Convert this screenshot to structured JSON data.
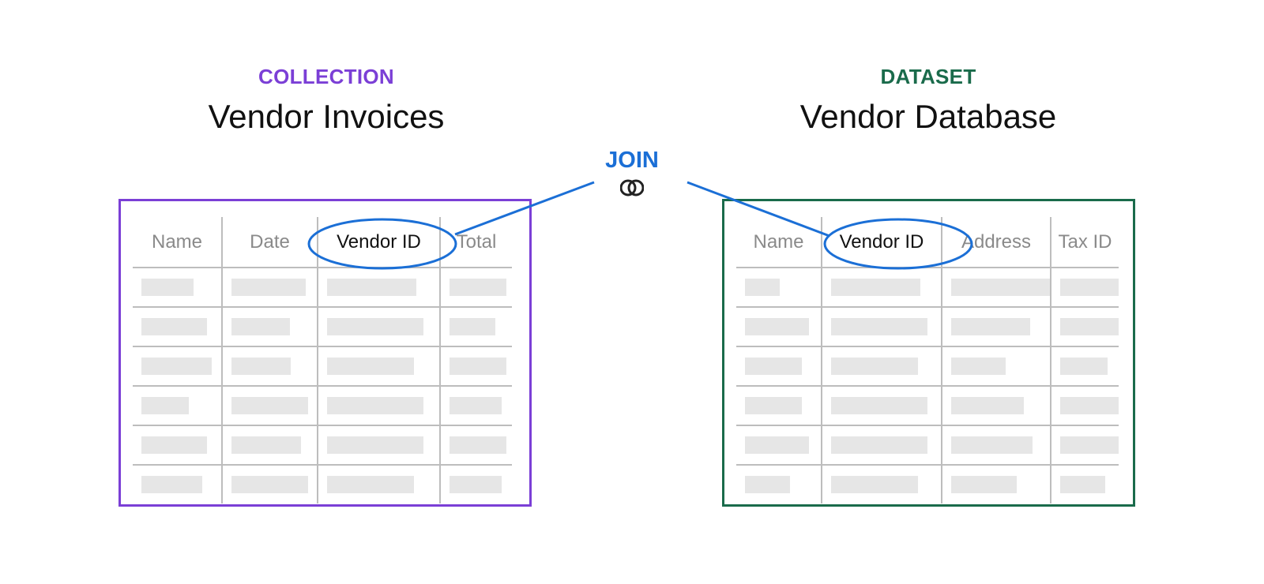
{
  "left": {
    "kind": "COLLECTION",
    "title": "Vendor Invoices",
    "color": "#7b3fd6",
    "columns": [
      "Name",
      "Date",
      "Vendor ID",
      "Total"
    ],
    "key_column": "Vendor ID"
  },
  "right": {
    "kind": "DATASET",
    "title": "Vendor Database",
    "color": "#1a6b4b",
    "columns": [
      "Name",
      "Vendor ID",
      "Address",
      "Tax ID"
    ],
    "key_column": "Vendor ID"
  },
  "join": {
    "label": "JOIN",
    "icon": "link-rings-icon",
    "color": "#1b6fd6"
  }
}
